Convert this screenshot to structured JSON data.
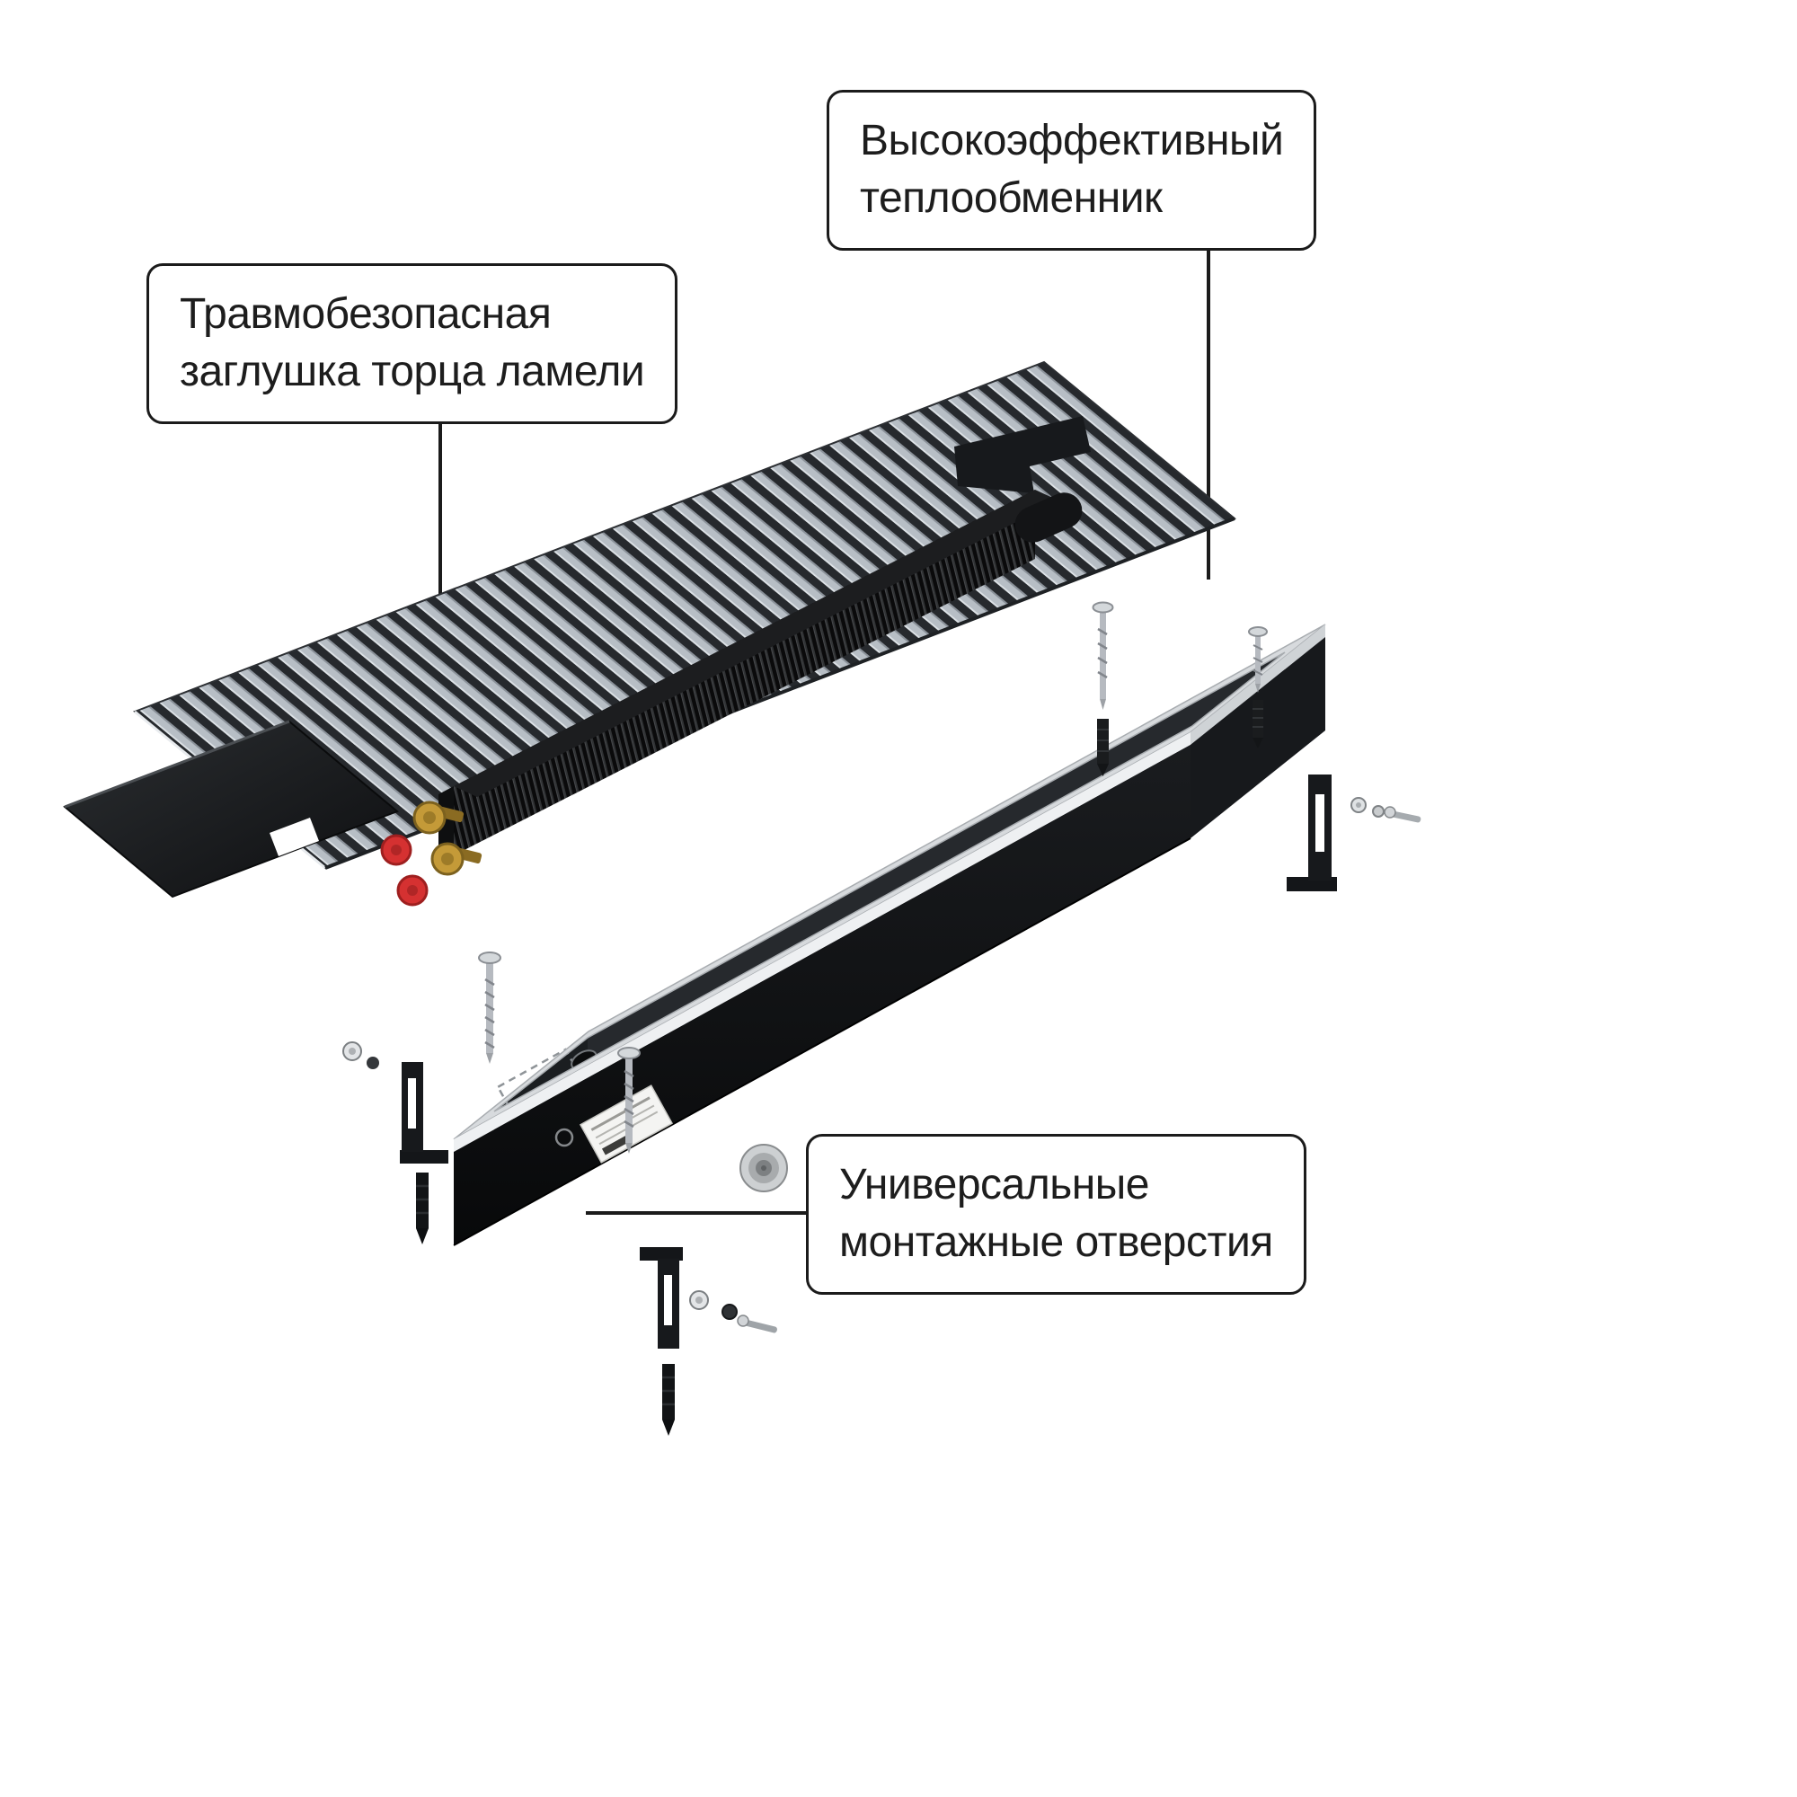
{
  "callouts": {
    "heat_exchanger": {
      "lines": [
        "Высокоэффективный",
        "теплообменник"
      ]
    },
    "end_cap": {
      "lines": [
        "Травмобезопасная",
        "заглушка торца ламели"
      ]
    },
    "mounting_holes": {
      "lines": [
        "Универсальные",
        "монтажные отверстия"
      ]
    }
  },
  "colors": {
    "background": "#ffffff",
    "outline": "#1b1b1b",
    "slat_silver": "#b7bec5",
    "slat_gap": "#26292d",
    "body_black": "#121417",
    "rim_silver": "#d7dadd",
    "brass_fitting": "#c49a38",
    "cap_red": "#d53131"
  }
}
